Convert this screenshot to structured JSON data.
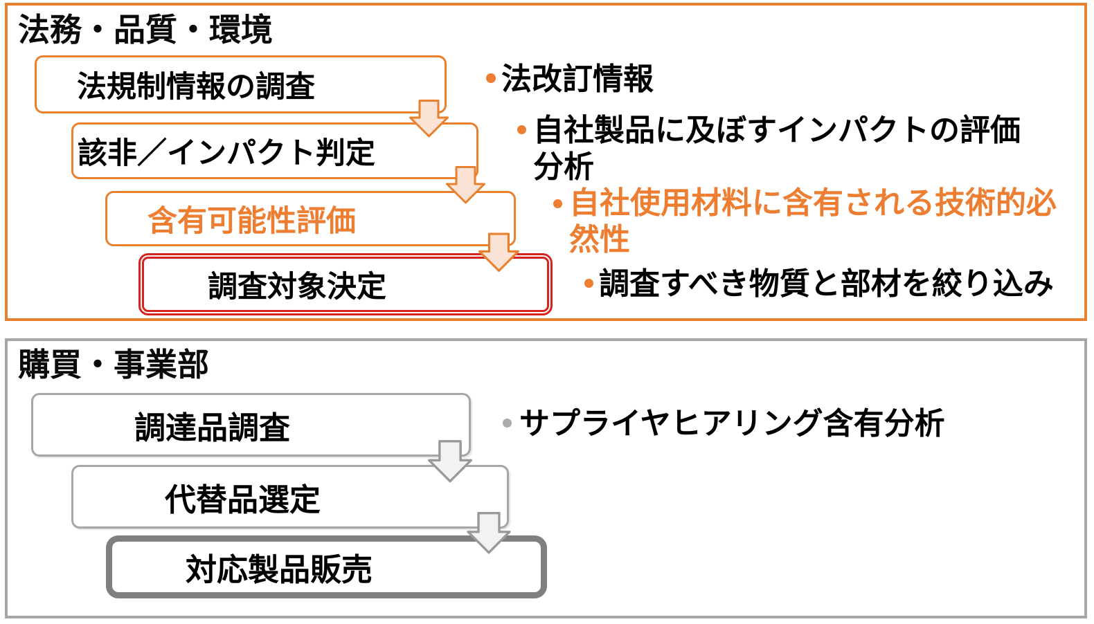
{
  "colors": {
    "orange": "#E8802D",
    "orange_text": "#ED7D31",
    "peach_fill": "#FAE3D4",
    "red": "#D32420",
    "gray_border": "#A6A6A6",
    "gray_dark": "#7F7F7F",
    "gray_fill": "#F2F2F2",
    "gray_arrow_border": "#999999",
    "gray_bullet": "#ABABAB"
  },
  "icons": {
    "flow_arrow": "down-block-arrow",
    "bullet": "circle-bullet"
  },
  "sections": [
    {
      "title": "法務・品質・環境",
      "boxes": [
        {
          "label": "法規制情報の調査"
        },
        {
          "label": "該非／インパクト判定"
        },
        {
          "label": "含有可能性評価"
        },
        {
          "label": "調査対象決定"
        }
      ],
      "bullets": [
        {
          "text": "法改訂情報"
        },
        {
          "text": "自社製品に及ぼすインパクトの評価\n分析"
        },
        {
          "text": "自社使用材料に含有される技術的必\n然性"
        },
        {
          "text": "調査すべき物質と部材を絞り込み"
        }
      ]
    },
    {
      "title": "購買・事業部",
      "boxes": [
        {
          "label": "調達品調査"
        },
        {
          "label": "代替品選定"
        },
        {
          "label": "対応製品販売"
        }
      ],
      "bullets": [
        {
          "text": "サプライヤヒアリング含有分析"
        }
      ]
    }
  ]
}
